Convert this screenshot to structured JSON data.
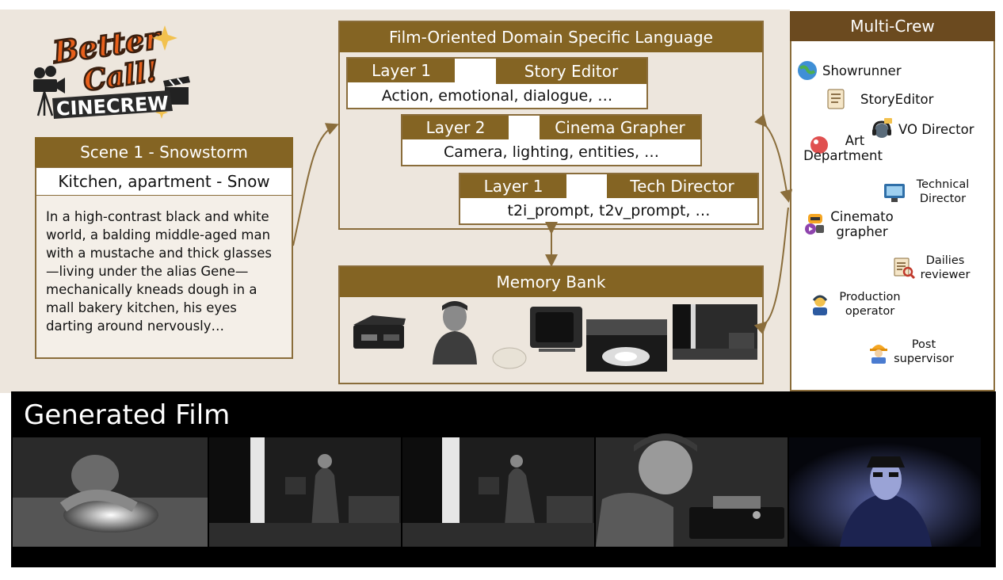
{
  "logo": {
    "line1": "Better",
    "line2": "Call!",
    "line3": "CINECREW"
  },
  "scene": {
    "title": "Scene 1 - Snowstorm",
    "location": "Kitchen, apartment - Snow",
    "description": "In a high-contrast black and white world, a balding middle-aged man with a mustache and thick glasses—living under the alias Gene—mechanically kneads dough in a mall bakery kitchen, his eyes darting around nervously…"
  },
  "dsl": {
    "title": "Film-Oriented Domain Specific Language",
    "rows": [
      {
        "layer": "Layer 1",
        "role": "Story Editor",
        "content": "Action, emotional, dialogue, …"
      },
      {
        "layer": "Layer 2",
        "role": "Cinema Grapher",
        "content": "Camera, lighting, entities, …"
      },
      {
        "layer": "Layer 1",
        "role": "Tech Director",
        "content": "t2i_prompt, t2v_prompt, …"
      }
    ]
  },
  "memory": {
    "title": "Memory Bank"
  },
  "crew": {
    "title": "Multi-Crew",
    "members": [
      {
        "name": "Showrunner",
        "icon": "globe-icon"
      },
      {
        "name": "StoryEditor",
        "icon": "script-icon"
      },
      {
        "name": "VO Director",
        "icon": "headset-icon"
      },
      {
        "name": "Art Department",
        "icon": "palette-icon"
      },
      {
        "name": "Technical Director",
        "icon": "monitor-icon"
      },
      {
        "name": "Cinemato grapher",
        "icon": "robot-camera-icon"
      },
      {
        "name": "Dailies reviewer",
        "icon": "document-search-icon"
      },
      {
        "name": "Production operator",
        "icon": "operator-icon"
      },
      {
        "name": "Post supervisor",
        "icon": "hardhat-icon"
      }
    ]
  },
  "film": {
    "title": "Generated Film"
  },
  "colors": {
    "header": "#846423",
    "panel_bg": "#ede6dd",
    "border": "#8a6d3b",
    "film_bg": "#000000"
  }
}
